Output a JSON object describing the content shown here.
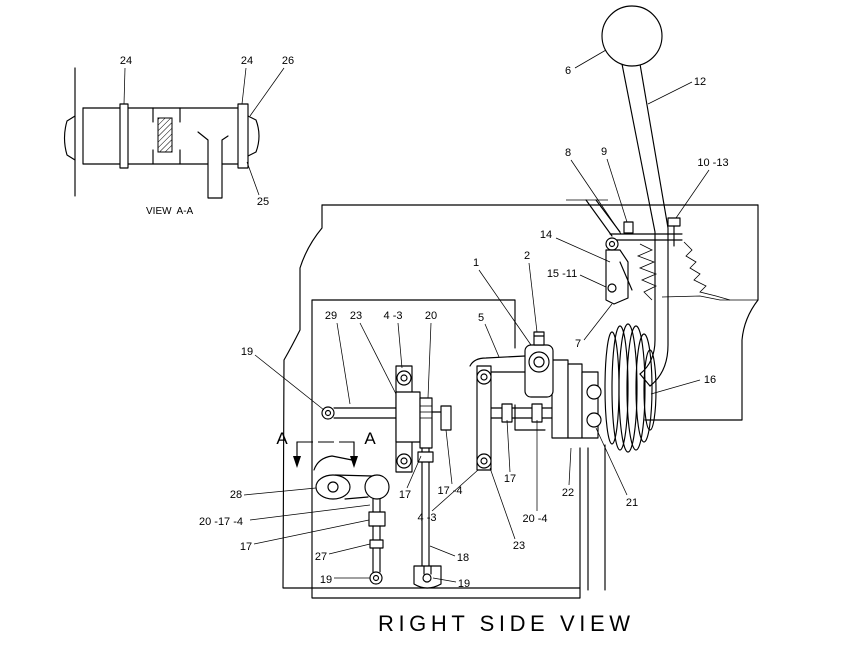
{
  "view_aa": {
    "caption": "VIEW  A-A",
    "callouts": [
      "24",
      "24",
      "26",
      "25"
    ]
  },
  "right_side_view": {
    "caption": "RIGHT SIDE VIEW",
    "section_marks": [
      "A",
      "A"
    ],
    "callouts": [
      "6",
      "12",
      "8",
      "9",
      "10 -13",
      "14",
      "15 -11",
      "1",
      "2",
      "7",
      "5",
      "16",
      "29",
      "23",
      "4 -3",
      "20",
      "19",
      "28",
      "20 -17 -4",
      "17",
      "27",
      "19",
      "17",
      "17 -4",
      "17",
      "4 -3",
      "20 -4",
      "23",
      "22",
      "21",
      "18",
      "19"
    ]
  }
}
